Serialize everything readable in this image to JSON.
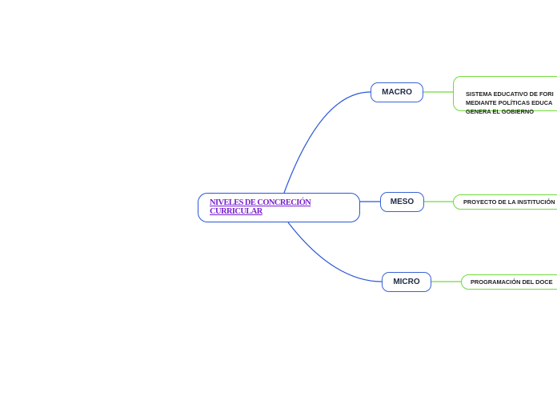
{
  "root": {
    "title": "NIVELES DE  CONCRECIÓN\nCURRICULAR"
  },
  "levels": [
    {
      "label": "MACRO",
      "detail": "SISTEMA EDUCATIVO DE FORI\nMEDIANTE POLÍTICAS EDUCA\nGENERA EL GOBIERNO"
    },
    {
      "label": "MESO",
      "detail": "PROYECTO DE LA INSTITUCIÓN"
    },
    {
      "label": "MICRO",
      "detail": "PROGRAMACIÓN DEL DOCE"
    }
  ],
  "colors": {
    "root_border": "#2b57d8",
    "root_text": "#7a1fd0",
    "branch_line": "#2b57d8",
    "detail_border": "#6fda3a",
    "detail_line": "#6fda3a"
  }
}
